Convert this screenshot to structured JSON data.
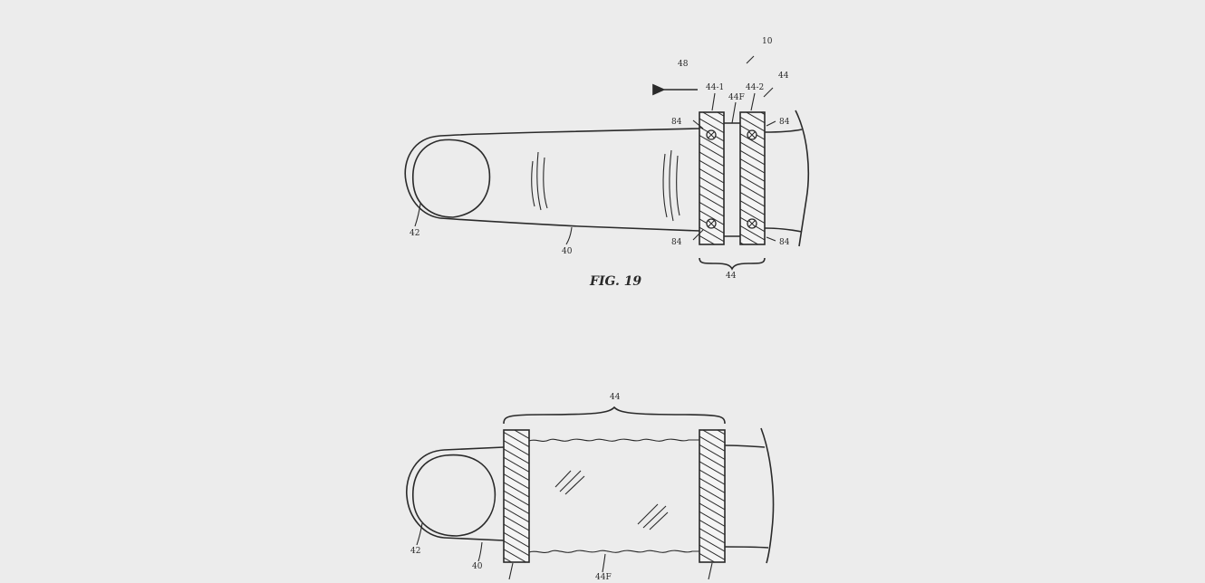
{
  "fig19": {
    "caption": "FIG. 19",
    "labels": {
      "device": "10",
      "arrow": "48",
      "band_first": "44-1",
      "band_second": "44-2",
      "ring": "44",
      "gap": "44F",
      "sensor_tl": "84",
      "sensor_tr": "84",
      "sensor_bl": "84",
      "sensor_br": "84",
      "fingernail": "42",
      "finger": "40",
      "brace": "44"
    }
  },
  "fig20": {
    "labels": {
      "brace": "44",
      "fingernail": "42",
      "finger": "40",
      "film": "44F"
    }
  }
}
